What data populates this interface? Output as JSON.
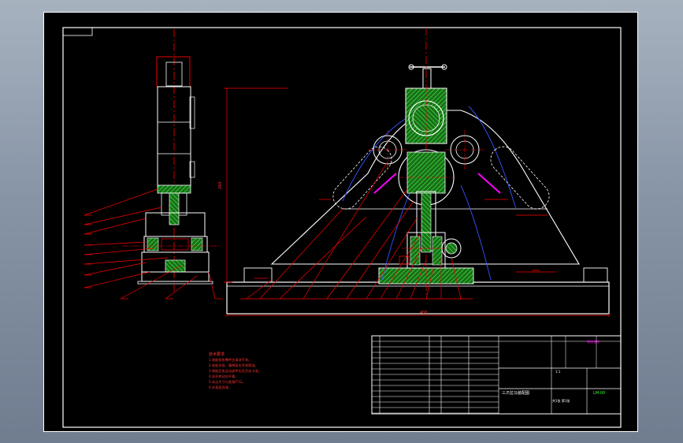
{
  "drawing": {
    "notes": {
      "title": "技术要求",
      "lines": [
        "1.装配前各零件应清洗干净。",
        "2.各配合面、摩擦面应涂润滑油。",
        "3.装配后各运动部件应灵活无卡滞。",
        "4.丝杆转动应平稳。",
        "5.未注尺寸公差按IT12。",
        "6.外表面涂漆。"
      ]
    },
    "title_block": {
      "school": "院校名称",
      "part_name": "三爪拉马装配图",
      "scale": "1:1",
      "sheet": "共1张 第1张",
      "drawing_no": "LM-00"
    },
    "dimensions": {
      "overall_width": "400",
      "overall_height": "260"
    }
  },
  "colors": {
    "background": "#000000",
    "frame": "#ffffff",
    "outline": "#ffffff",
    "leader": "#ff0000",
    "section_fill": "#33ff33",
    "hidden": "#0000ff",
    "text_red": "#ff3333",
    "text_magenta": "#ff00ff"
  }
}
